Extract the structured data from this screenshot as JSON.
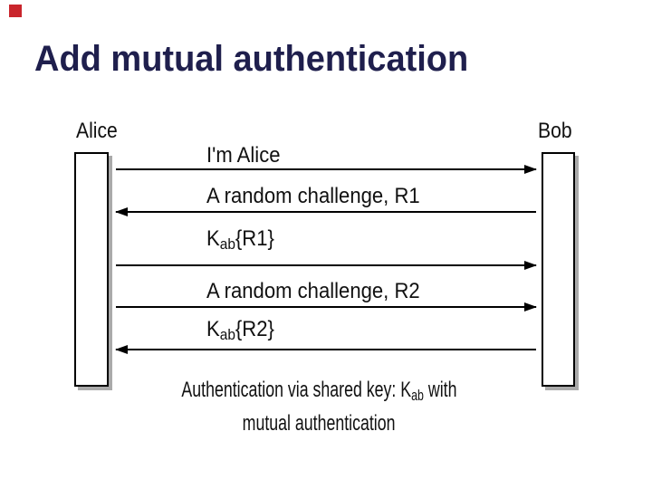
{
  "slide": {
    "title": "Add mutual authentication",
    "title_color": "#1f1f4d",
    "marker_color": "#c9252c",
    "background": "#ffffff"
  },
  "diagram": {
    "actors": {
      "left": "Alice",
      "right": "Bob"
    },
    "messages": [
      {
        "pre": "I'm Alice",
        "sub": "",
        "post": "",
        "direction": "right"
      },
      {
        "pre": "A random challenge, R1",
        "sub": "",
        "post": "",
        "direction": "left"
      },
      {
        "pre": "K",
        "sub": "ab",
        "post": "{R1}",
        "direction": "right"
      },
      {
        "pre": "A random challenge, R2",
        "sub": "",
        "post": "",
        "direction": "right"
      },
      {
        "pre": "K",
        "sub": "ab",
        "post": "{R2}",
        "direction": "left"
      }
    ],
    "caption": {
      "line1_pre": "Authentication via shared key: K",
      "line1_sub": "ab",
      "line1_post": " with",
      "line2": "mutual authentication"
    }
  }
}
